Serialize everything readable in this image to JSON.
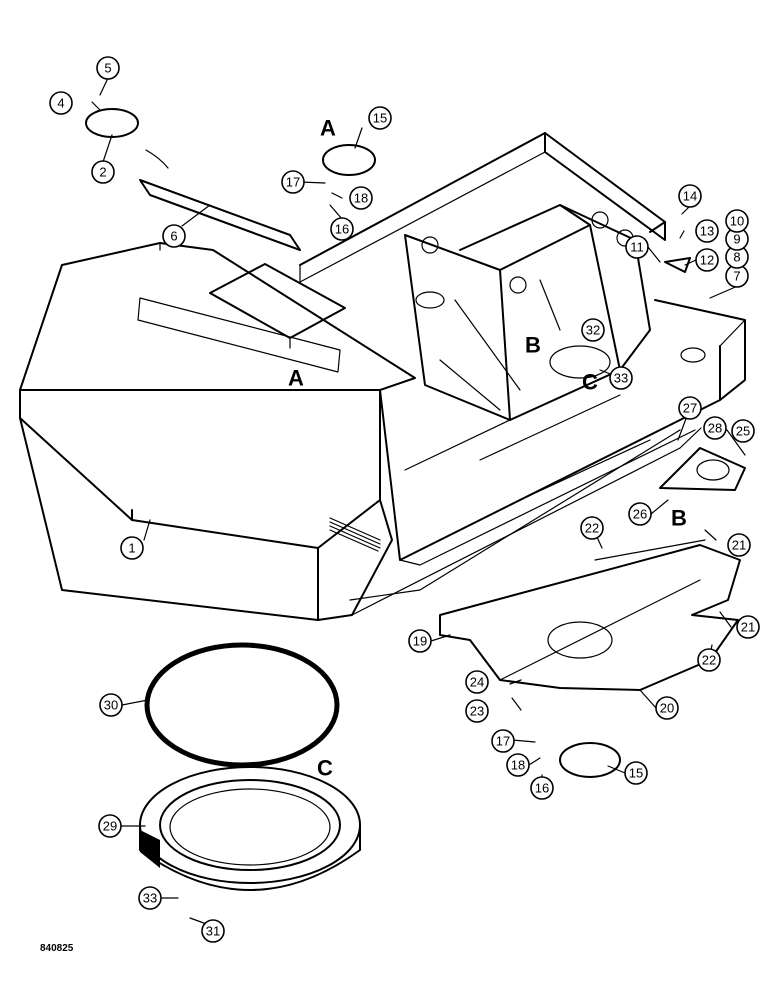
{
  "drawing_code": "840825",
  "view_labels": [
    "A",
    "A",
    "B",
    "B",
    "C",
    "C"
  ],
  "callouts": [
    "1",
    "2",
    "4",
    "5",
    "6",
    "7",
    "8",
    "9",
    "10",
    "11",
    "12",
    "13",
    "14",
    "15",
    "15",
    "16",
    "16",
    "17",
    "17",
    "18",
    "18",
    "19",
    "20",
    "21",
    "21",
    "22",
    "22",
    "23",
    "24",
    "25",
    "26",
    "27",
    "28",
    "29",
    "30",
    "31",
    "32",
    "33",
    "33"
  ]
}
